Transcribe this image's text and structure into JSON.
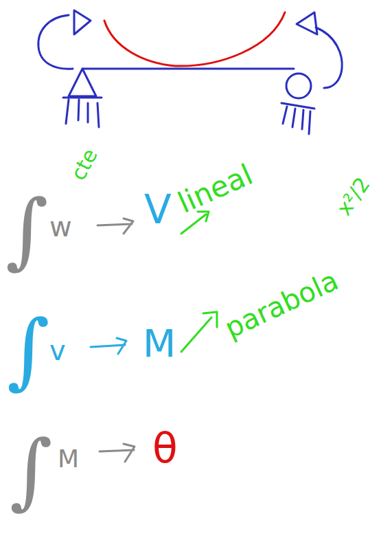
{
  "diagram": {
    "labels": [
      "∫",
      "cte",
      "w",
      "V",
      "lineal",
      "x²/2",
      "∫",
      "v",
      "M",
      "parabola",
      "∫",
      "M",
      "θ"
    ]
  }
}
